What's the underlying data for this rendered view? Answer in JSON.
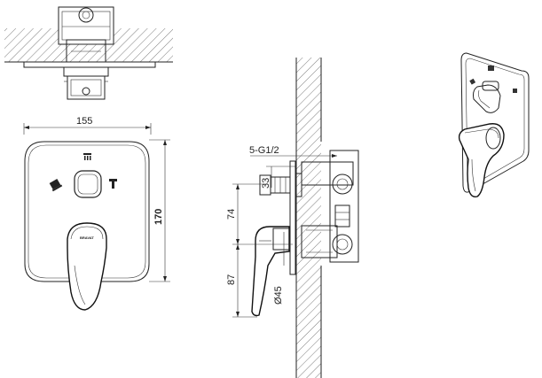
{
  "dimensions": {
    "width": "155",
    "height": "170",
    "thread": "5-G1/2",
    "d33": "33",
    "d74": "74",
    "d87": "87",
    "d45": "Ø45"
  },
  "brand": "BRAVAT",
  "colors": {
    "line": "#222222",
    "background": "#ffffff"
  },
  "icons": [
    "shower-icon",
    "spout-icon",
    "handle-icon"
  ]
}
